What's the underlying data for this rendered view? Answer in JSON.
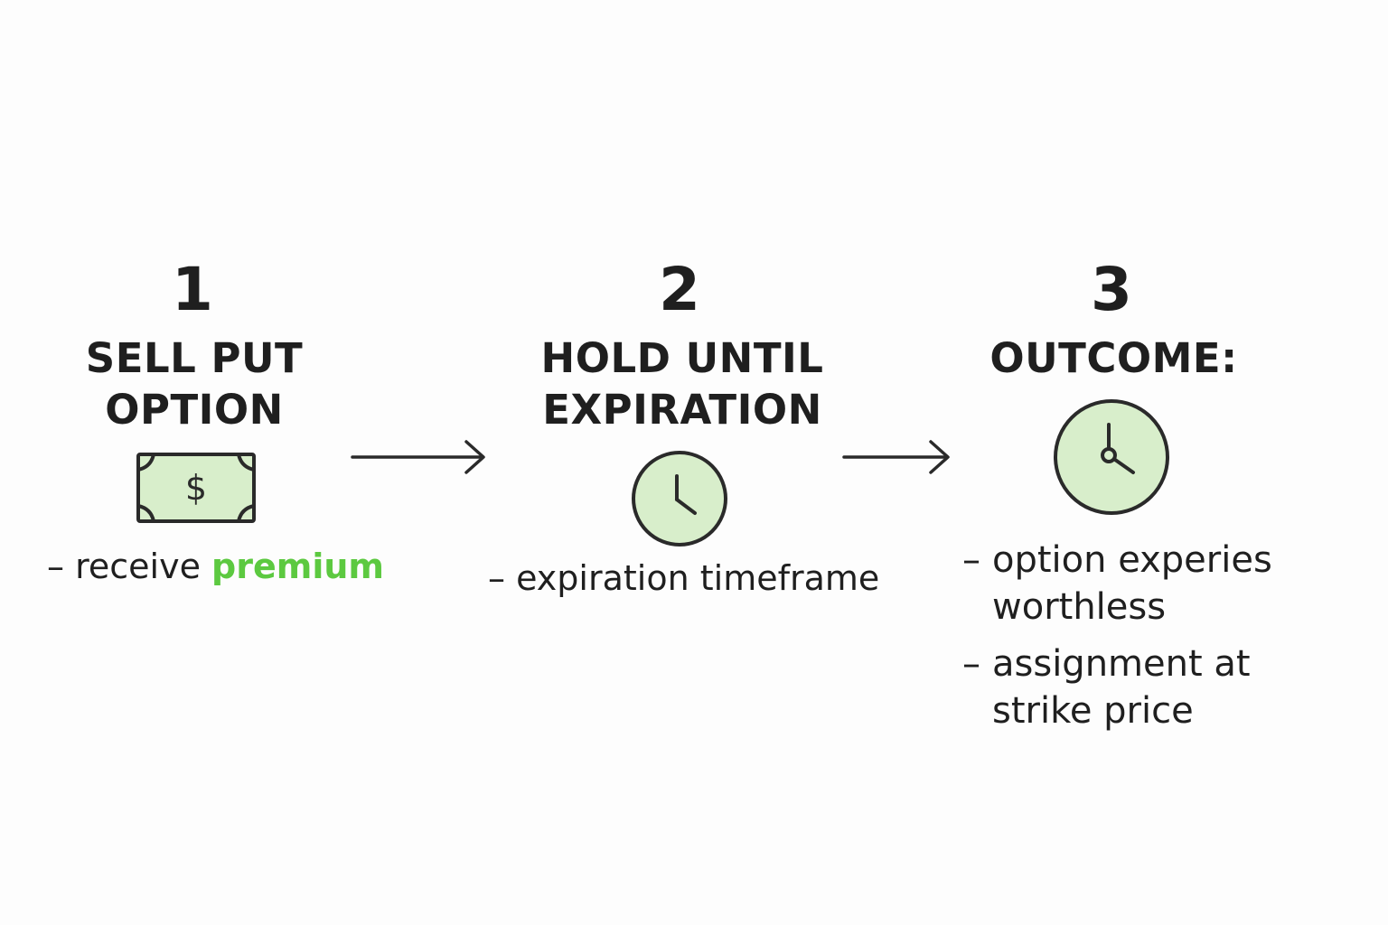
{
  "steps": [
    {
      "number": "1",
      "title_lines": [
        "SELL PUT",
        "OPTION"
      ],
      "icon": "dollar-bill-icon",
      "desc_prefix": "– receive ",
      "desc_highlight": "premium"
    },
    {
      "number": "2",
      "title_lines": [
        "HOLD UNTIL",
        "EXPIRATION"
      ],
      "icon": "clock-icon",
      "desc": "– expiration timeframe"
    },
    {
      "number": "3",
      "title_lines": [
        "OUTCOME:"
      ],
      "icon": "clock-icon",
      "bullets": [
        {
          "dash": "–",
          "lines": [
            "option experies",
            "worthless"
          ]
        },
        {
          "dash": "–",
          "lines": [
            "assignment at",
            "strike price"
          ]
        }
      ]
    }
  ],
  "colors": {
    "text": "#1f1f1f",
    "accent_green": "#5cc940",
    "icon_fill": "#d8eecb",
    "stroke": "#2a2a2a"
  }
}
